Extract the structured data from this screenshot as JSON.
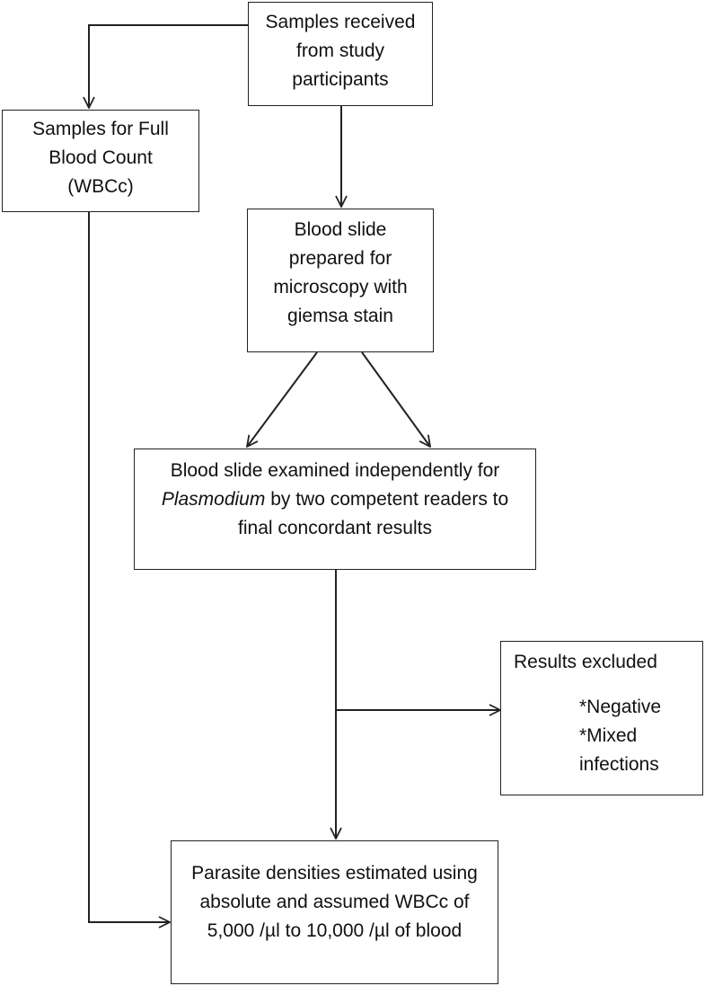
{
  "nodes": {
    "received": {
      "lines": [
        "Samples received",
        "from study",
        "participants"
      ]
    },
    "fbc": {
      "lines": [
        "Samples for Full",
        "Blood Count",
        "(WBCc)"
      ]
    },
    "slide": {
      "lines": [
        "Blood slide",
        "prepared for",
        "microscopy with",
        "giemsa stain"
      ]
    },
    "examined": {
      "line1": "Blood slide examined independently for",
      "line2_italic": "Plasmodium",
      "line2_rest": " by two competent readers to",
      "line3": "final concordant results"
    },
    "excluded": {
      "title": "Results excluded",
      "items": [
        "*Negative",
        "*Mixed",
        "infections"
      ]
    },
    "density": {
      "lines": [
        "Parasite densities estimated using",
        "absolute and assumed WBCc of",
        "5,000 /µl to 10,000 /µl of blood"
      ]
    }
  },
  "colors": {
    "line": "#222222",
    "box_border": "#222222"
  }
}
